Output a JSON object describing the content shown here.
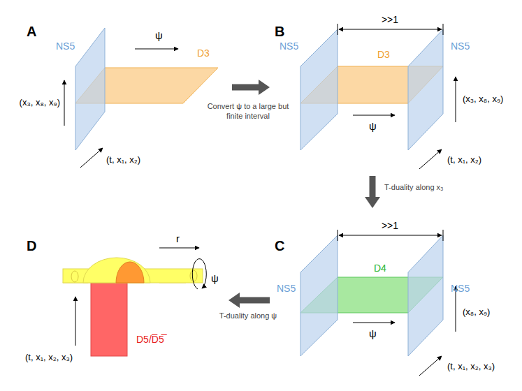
{
  "diagram": {
    "nodes": [
      {
        "text": [
          "A"
        ]
      },
      {
        "text": [
          "B"
        ]
      },
      {
        "text": [
          "C"
        ]
      },
      {
        "text": [
          "D"
        ]
      }
    ],
    "edges": [
      {
        "from": 0,
        "to": 1,
        "arrow": "to",
        "label": "Convert ψ to a large but finite interval"
      },
      {
        "from": 1,
        "to": 2,
        "arrow": "to",
        "label": "T-duality along x₃"
      },
      {
        "from": 2,
        "to": 3,
        "arrow": "to",
        "label": "T-duality along ψ"
      }
    ],
    "labels": [
      "NS5",
      "ψ",
      "D3",
      "(x₃, x₈, x₉)",
      "(t, x₁, x₂)",
      ">>1",
      "NS5",
      "D3",
      "NS5",
      "ψ",
      "(x₃, x₈, x₉)",
      "(t, x₁, x₂)",
      ">>1",
      "NS5",
      "D4",
      "NS5",
      "ψ",
      "(x₈, x₉)",
      "(t, x₁, x₂, x₃)",
      "r",
      "ψ",
      "(t, x₁, x₂, x₃)",
      "D5/D̅5̅"
    ]
  }
}
